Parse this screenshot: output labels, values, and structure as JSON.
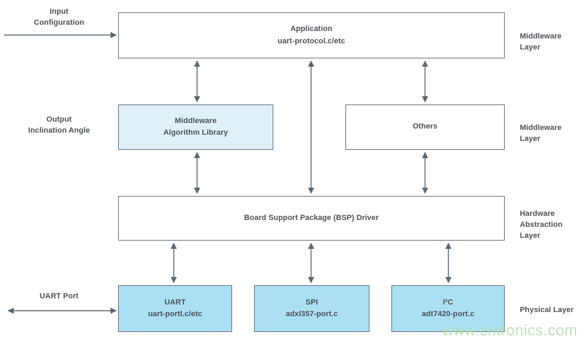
{
  "palette": {
    "border_gray": "#6a737d",
    "text_gray": "#4b5157",
    "box_light_blue": "#dff0f9",
    "box_blue": "#abdff4",
    "watermark_green": "#b7e3b7",
    "arrow_gray": "#5c6670"
  },
  "boxes": {
    "application": {
      "line1": "Application",
      "line2": "uart-protocol.c/etc"
    },
    "middleware_library": {
      "line1": "Middleware",
      "line2": "Algorithm Library"
    },
    "others": {
      "line1": "Others"
    },
    "bsp": {
      "line1": "Board Support Package (BSP) Driver"
    },
    "uart": {
      "line1": "UART",
      "line2": "uart-portl.c/etc"
    },
    "spi": {
      "line1": "SPI",
      "line2": "adxl357-port.c"
    },
    "i2c": {
      "line1": "I²C",
      "line2": "adt7420-port.c"
    }
  },
  "left_labels": {
    "input": "Input\nConfiguration",
    "output": "Output\nInclination Angle",
    "uart_port": "UART Port"
  },
  "right_labels": {
    "app_layer": "Middleware Layer",
    "middle_layer": "Middleware Layer",
    "hal_layer": "Hardware\nAbstraction Layer",
    "physical_layer": "Physical Layer"
  },
  "watermark": "www.cntronics.com"
}
